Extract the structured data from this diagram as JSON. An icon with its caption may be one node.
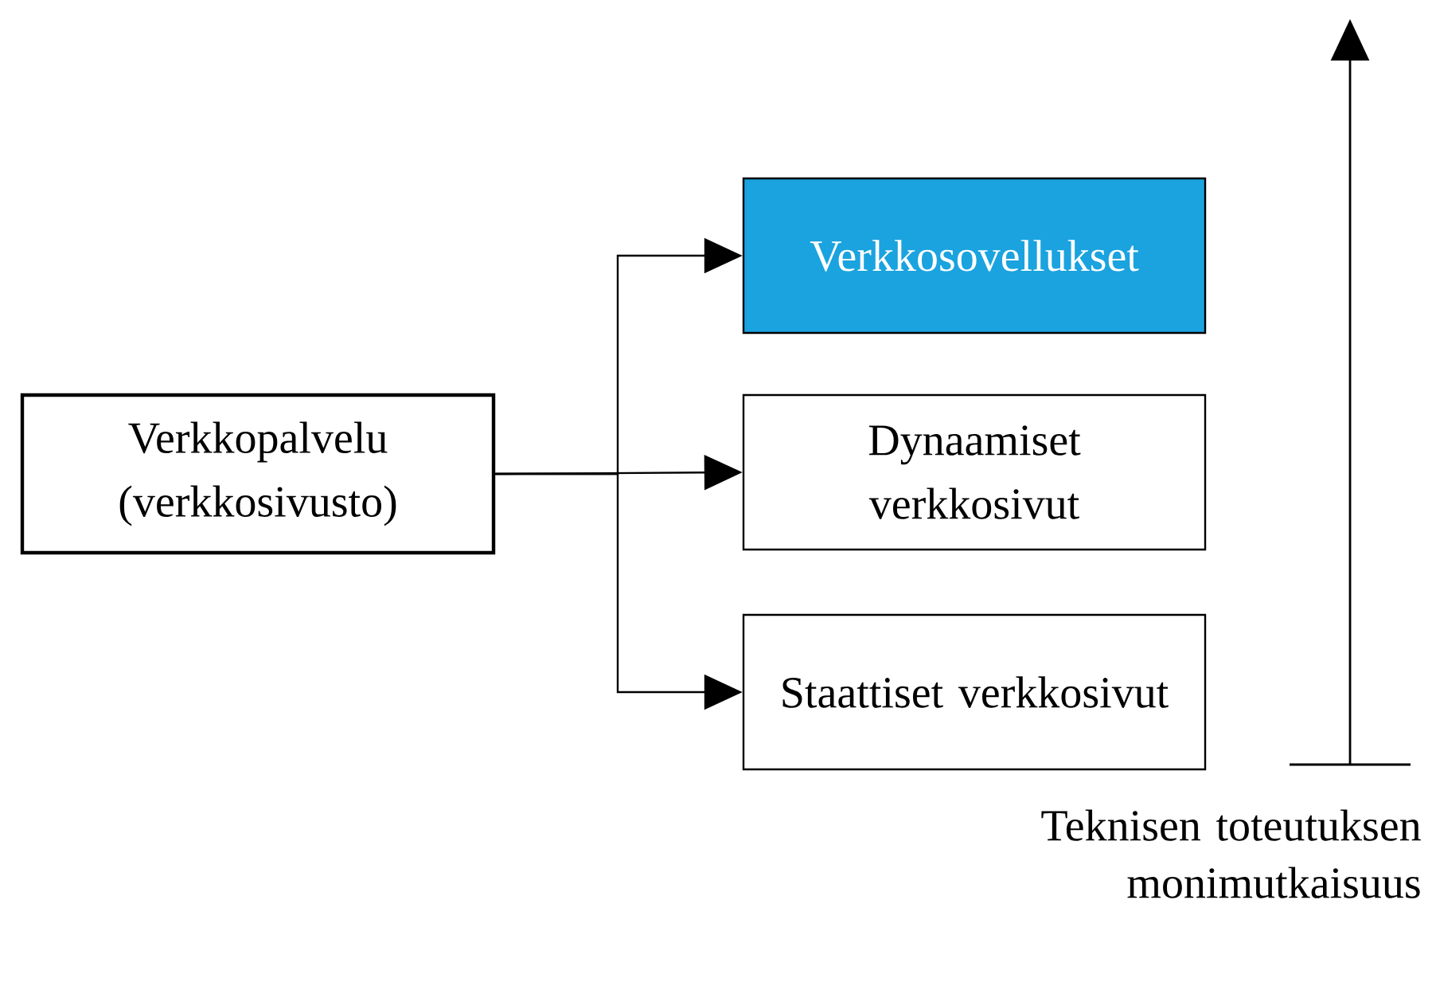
{
  "diagram": {
    "nodes": [
      {
        "text": [
          "Verkkopalvelu (verkkosivusto)"
        ]
      },
      {
        "text": [
          "Verkkosovellukset"
        ]
      },
      {
        "text": [
          "Dynaamiset verkkosivut"
        ]
      },
      {
        "text": [
          "Staattiset verkkosivut"
        ]
      }
    ],
    "edges": [
      {
        "from": 0,
        "to": 1,
        "arrow": "to"
      },
      {
        "from": 0,
        "to": 2,
        "arrow": "to"
      },
      {
        "from": 0,
        "to": 3,
        "arrow": "to"
      }
    ],
    "labels": [
      "Teknisen toteutuksen monimutkaisuus"
    ]
  }
}
